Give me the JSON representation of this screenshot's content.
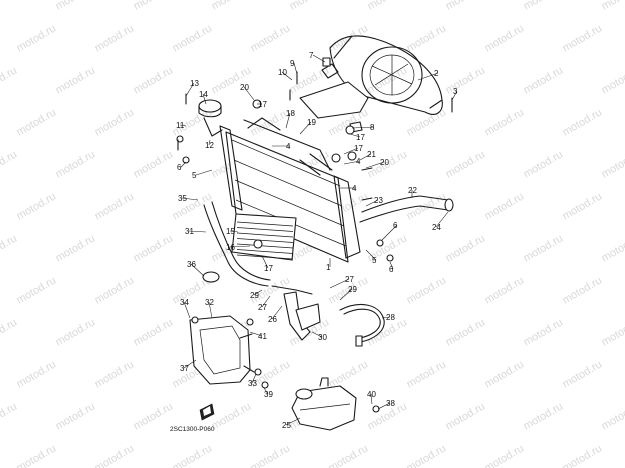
{
  "watermark": "motod.ru",
  "diagram_code": "2SC1300-P060",
  "part_labels": {
    "p1": "1",
    "p2": "2",
    "p3": "3",
    "p4a": "4",
    "p4b": "4",
    "p4c": "4",
    "p5a": "5",
    "p5b": "5",
    "p6a": "6",
    "p6b": "6",
    "p6c": "6",
    "p7": "7",
    "p8": "8",
    "p9": "9",
    "p10": "10",
    "p11": "11",
    "p12": "12",
    "p13": "13",
    "p14": "14",
    "p15": "15",
    "p16": "16",
    "p17a": "17",
    "p17b": "17",
    "p17c": "17",
    "p17d": "17",
    "p18": "18",
    "p19": "19",
    "p20a": "20",
    "p20b": "20",
    "p21": "21",
    "p22": "22",
    "p23": "23",
    "p24": "24",
    "p25": "25",
    "p26": "26",
    "p27a": "27",
    "p27b": "27",
    "p28": "28",
    "p29a": "29",
    "p29b": "29",
    "p30": "30",
    "p31": "31",
    "p32": "32",
    "p33": "33",
    "p34": "34",
    "p35": "35",
    "p36": "36",
    "p37": "37",
    "p38": "38",
    "p39": "39",
    "p40": "40",
    "p41": "41"
  }
}
